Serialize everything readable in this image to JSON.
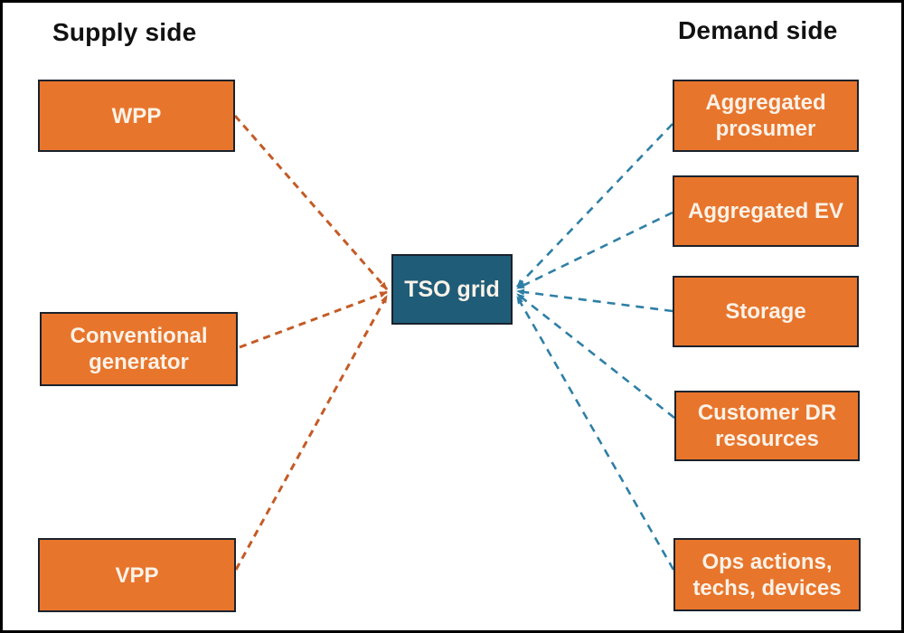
{
  "diagram": {
    "supply_heading": "Supply side",
    "demand_heading": "Demand side",
    "center_node": {
      "label": "TSO grid"
    },
    "supply_nodes": [
      {
        "label": "WPP"
      },
      {
        "label": "Conventional generator"
      },
      {
        "label": "VPP"
      }
    ],
    "demand_nodes": [
      {
        "label": "Aggregated prosumer"
      },
      {
        "label": "Aggregated EV"
      },
      {
        "label": "Storage"
      },
      {
        "label": "Customer DR resources"
      },
      {
        "label": "Ops actions, techs, devices"
      }
    ],
    "links": {
      "style": "dashed",
      "direction": "all arrows point into TSO grid",
      "supply_link_count": 3,
      "demand_link_count": 5
    },
    "colors": {
      "node_fill": "#E8752C",
      "node_border": "#1A222C",
      "node_text": "#FAF2E8",
      "center_fill": "#1F5C78",
      "supply_link": "#C45B26",
      "demand_link": "#2E7FA6",
      "heading_color": "#111111",
      "frame_border": "#000000",
      "background": "#FFFFFF"
    }
  }
}
